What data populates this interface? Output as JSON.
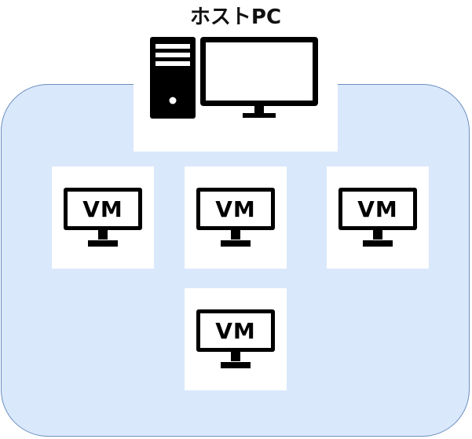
{
  "host": {
    "title": "ホストPC",
    "icon": "desktop-computer-icon"
  },
  "vms": [
    {
      "label": "VM",
      "icon": "monitor-icon"
    },
    {
      "label": "VM",
      "icon": "monitor-icon"
    },
    {
      "label": "VM",
      "icon": "monitor-icon"
    },
    {
      "label": "VM",
      "icon": "monitor-icon"
    }
  ],
  "colors": {
    "host_area_fill": "#dae8fc",
    "host_area_stroke": "#6c8ebf",
    "icon": "#000000"
  }
}
